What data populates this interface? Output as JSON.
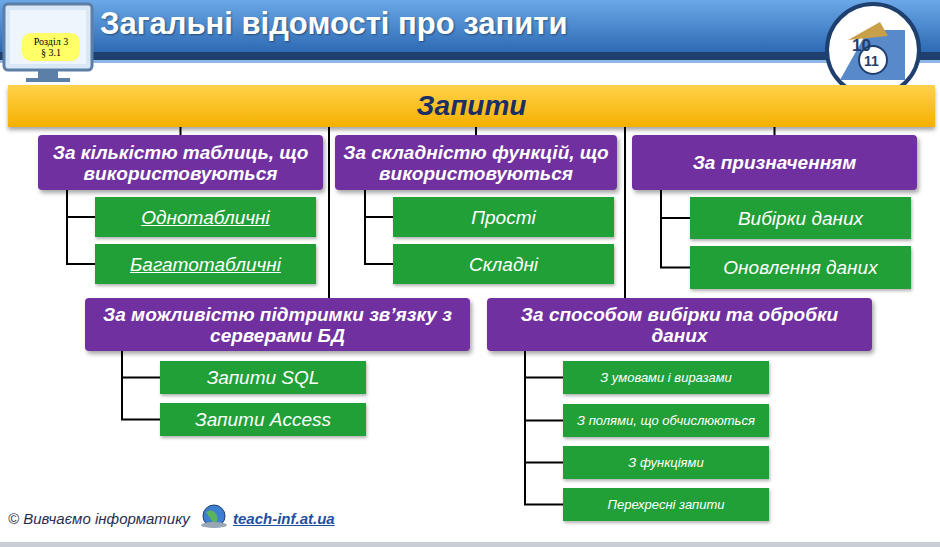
{
  "diagram": {
    "title": "Загальні відомості про запити",
    "nodes": [
      {
        "text": [
          "Розділ 3",
          "§ 3.1"
        ]
      },
      {
        "text": [
          "Запити"
        ]
      },
      {
        "text": [
          "За кількістю таблиць, що використовуються"
        ]
      },
      {
        "text": [
          "Однотабличні"
        ]
      },
      {
        "text": [
          "Багатотабличні"
        ]
      },
      {
        "text": [
          "За складністю функцій, що використовуються"
        ]
      },
      {
        "text": [
          "Прості"
        ]
      },
      {
        "text": [
          "Складні"
        ]
      },
      {
        "text": [
          "За призначенням"
        ]
      },
      {
        "text": [
          "Вибірки даних"
        ]
      },
      {
        "text": [
          "Оновлення даних"
        ]
      },
      {
        "text": [
          "За можливістю підтримки зв’язку з серверами БД"
        ]
      },
      {
        "text": [
          "Запити SQL"
        ]
      },
      {
        "text": [
          "Запити Access"
        ]
      },
      {
        "text": [
          "За способом вибірки та обробки даних"
        ]
      },
      {
        "text": [
          "З умовами і виразами"
        ]
      },
      {
        "text": [
          "З полями, що обчислюються"
        ]
      },
      {
        "text": [
          "З функціями"
        ]
      },
      {
        "text": [
          "Перехресні запити"
        ]
      }
    ],
    "edges": [
      {
        "from": 1,
        "to": 2,
        "arrow": "none"
      },
      {
        "from": 1,
        "to": 5,
        "arrow": "none"
      },
      {
        "from": 1,
        "to": 8,
        "arrow": "none"
      },
      {
        "from": 1,
        "to": 11,
        "arrow": "none"
      },
      {
        "from": 1,
        "to": 14,
        "arrow": "none"
      },
      {
        "from": 2,
        "to": 3,
        "arrow": "none"
      },
      {
        "from": 2,
        "to": 4,
        "arrow": "none"
      },
      {
        "from": 5,
        "to": 6,
        "arrow": "none"
      },
      {
        "from": 5,
        "to": 7,
        "arrow": "none"
      },
      {
        "from": 8,
        "to": 9,
        "arrow": "none"
      },
      {
        "from": 8,
        "to": 10,
        "arrow": "none"
      },
      {
        "from": 11,
        "to": 12,
        "arrow": "none"
      },
      {
        "from": 11,
        "to": 13,
        "arrow": "none"
      },
      {
        "from": 14,
        "to": 15,
        "arrow": "none"
      },
      {
        "from": 14,
        "to": 16,
        "arrow": "none"
      },
      {
        "from": 14,
        "to": 17,
        "arrow": "none"
      },
      {
        "from": 14,
        "to": 18,
        "arrow": "none"
      }
    ],
    "labels": [
      "10",
      "11",
      "© Вивчаємо інформатику",
      "teach-inf.at.ua"
    ]
  }
}
